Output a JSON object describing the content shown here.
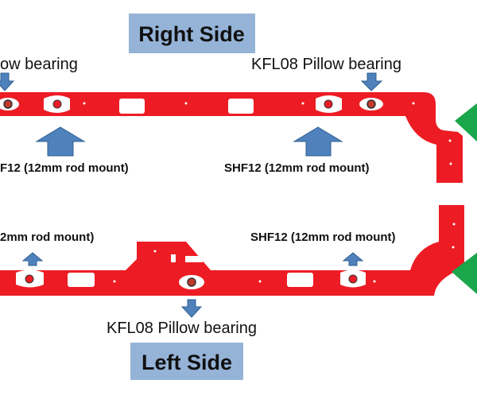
{
  "colors": {
    "part": "#ed1c24",
    "arrow": "#4f81bd",
    "arrow_stroke": "#2f5f8f",
    "green": "#1aa64a",
    "title_box": "#95b3d7"
  },
  "titles": {
    "right": "Right Side",
    "left": "Left Side"
  },
  "labels": {
    "top_left_bearing": "ow bearing",
    "top_right_bearing": "KFL08  Pillow bearing",
    "top_left_mount": "F12 (12mm rod mount)",
    "top_right_mount": "SHF12 (12mm rod mount)",
    "bottom_left_mount": "2mm rod mount)",
    "bottom_right_mount": "SHF12 (12mm rod mount)",
    "bottom_bearing": "KFL08  Pillow bearing"
  }
}
